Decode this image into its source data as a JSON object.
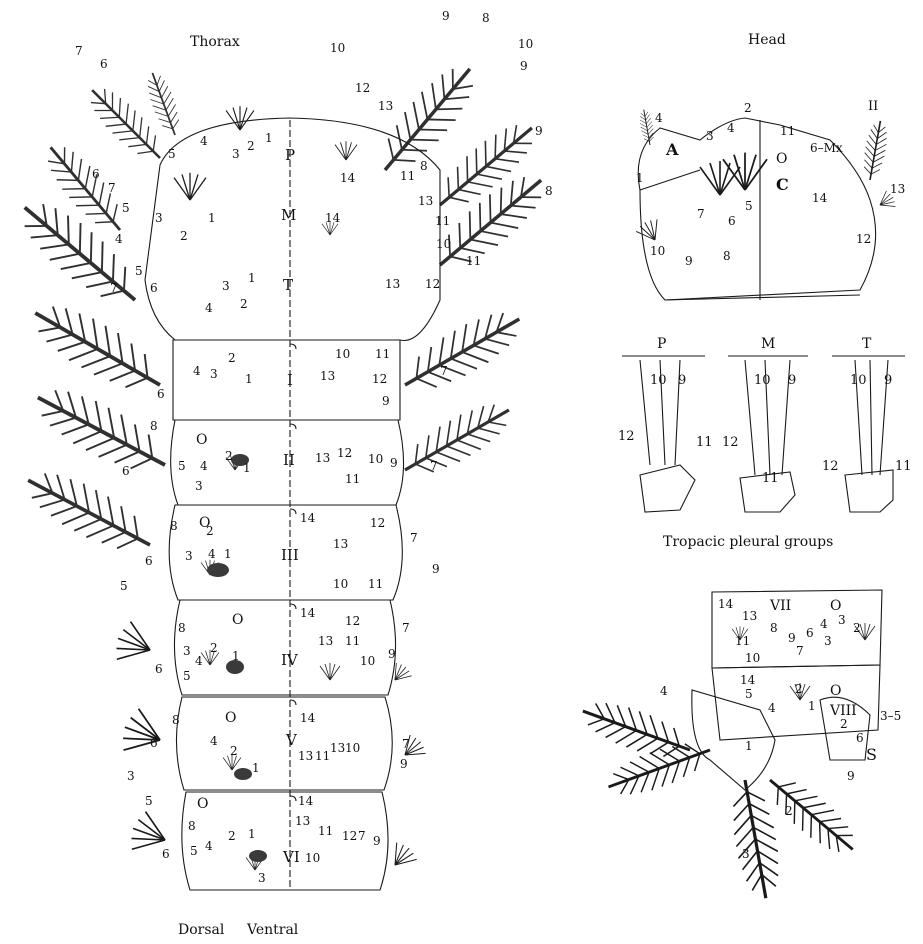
{
  "titles": {
    "thorax": "Thorax",
    "head": "Head",
    "pleural": "Tropacic pleural groups",
    "footer_dorsal": "Dorsal",
    "footer_ventral": "Ventral"
  },
  "thorax_labels": [
    {
      "t": "P"
    },
    {
      "t": "M"
    },
    {
      "t": "T"
    },
    {
      "t": "I"
    },
    {
      "t": "II"
    },
    {
      "t": "III"
    },
    {
      "t": "IV"
    },
    {
      "t": "V"
    },
    {
      "t": "VI"
    }
  ],
  "setae_numbers": [
    "1",
    "2",
    "3",
    "4",
    "5",
    "6",
    "7",
    "8",
    "9",
    "10",
    "11",
    "12",
    "13",
    "14"
  ],
  "other_labels": [
    "O",
    "A",
    "C",
    "6-Mx",
    "3-5",
    "S",
    "VII",
    "VIII"
  ],
  "head_labels": {
    "A": "A",
    "C": "C",
    "mx": "6–Mx",
    "O": "O",
    "II": "II"
  },
  "pleural_groups": {
    "P": "P",
    "M": "M",
    "T": "T"
  },
  "terminal_labels": {
    "VII": "VII",
    "VIII": "VIII",
    "S": "S",
    "range": "3–5",
    "O": "O"
  },
  "colors": {
    "ink": "#1a1a1a",
    "paper": "#ffffff",
    "plate": "#3a3a3a"
  }
}
